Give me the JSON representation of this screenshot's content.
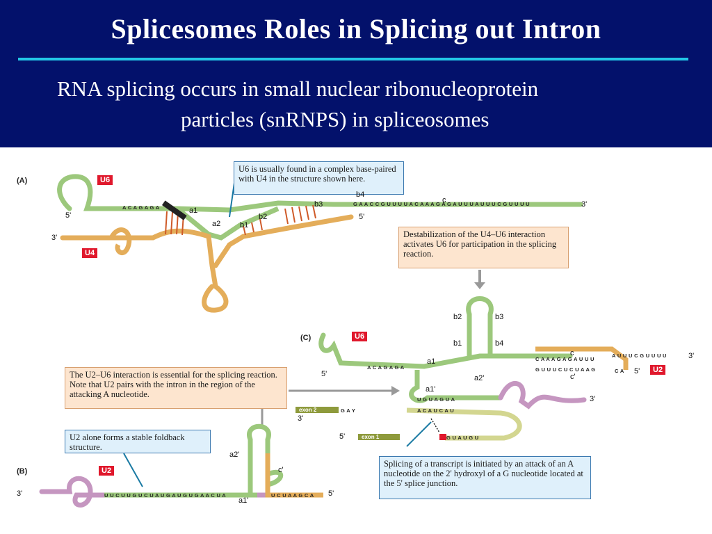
{
  "slide": {
    "title": "Splicesomes Roles in Splicing out Intron",
    "subtitle_line1": "RNA splicing occurs in small nuclear ribonucleoprotein",
    "subtitle_line2": "particles (snRNPS) in spliceosomes"
  },
  "figure": {
    "panels": {
      "a": "(A)",
      "b": "(B)",
      "c": "(C)"
    },
    "tags": {
      "u6_a": "U6",
      "u4": "U4",
      "u6_c": "U6",
      "u2_c": "U2",
      "u2_b": "U2"
    },
    "callouts": {
      "u6_found": "U6 is usually found in a complex base-paired with U4 in the structure shown here.",
      "destabilization": "Destabilization of the U4–U6 interaction activates U6 for participation in  the splicing reaction.",
      "u2_u6": "The U2–U6 interaction is essential for the splicing reaction. Note that U2 pairs with the intron in the region of the attacking A nucleotide.",
      "u2_alone": "U2 alone forms a stable foldback structure.",
      "initiated": "Splicing of a transcript is initiated by an attack of an A nucleotide on the 2' hydroxyl of a G nucleotide located at the 5' splice junction."
    },
    "labels": {
      "a1": "a1",
      "a2": "a2",
      "b1": "b1",
      "b2": "b2",
      "b3": "b3",
      "b4": "b4",
      "c": "c",
      "c_a1": "a1",
      "c_a2p": "a2'",
      "c_a1p": "a1'",
      "c_b2": "b2",
      "c_b3": "b3",
      "c_b1": "b1",
      "c_b4": "b4",
      "c_c": "c",
      "c_cp": "c'",
      "b_a2p": "a2'",
      "b_cp": "c'",
      "b_a1p": "a1'"
    },
    "ends": {
      "a_5_u6": "5'",
      "a_3_u6": "3'",
      "a_3_u4": "3'",
      "a_5_u4": "5'",
      "c_5_u6": "5'",
      "c_3_u6": "3'",
      "c_5_u2": "5'",
      "c_3_u2": "3'",
      "c_3_exon2": "3'",
      "c_5_exon1": "5'",
      "b_3": "3'",
      "b_5": "5'"
    },
    "sequences": {
      "a_u6_left": "A C A G A G A",
      "a_u6_right": "G A A C C G U U U U A C A A A G A G A U U U A U U U C G U U U U",
      "c_u6_left": "A C A G A G A",
      "c_u6_right": "A U U U C G U U U U",
      "c_u2_pair": "C A A A G A G A U U U",
      "c_u2_bottom": "G U U U C U C U A A G",
      "c_u2_end": "C A",
      "c_intron": "U G U A G U A",
      "c_branch": "A C A U C A U",
      "c_exon2_seq": "G A Y",
      "c_splice": "G U A U G U",
      "b_u2": "U U C U U G U C U A U G A U G U G A A C U A",
      "b_u2_end": "U C U A A G C A"
    },
    "exons": {
      "exon1": "exon 1",
      "exon2": "exon 2"
    },
    "colors": {
      "u6": "#9cc87c",
      "u4": "#e4ad5a",
      "u2": "#c596c0",
      "pairing": "#cf5a28",
      "tag": "#e0182c",
      "exon": "#8e9a3c"
    }
  }
}
